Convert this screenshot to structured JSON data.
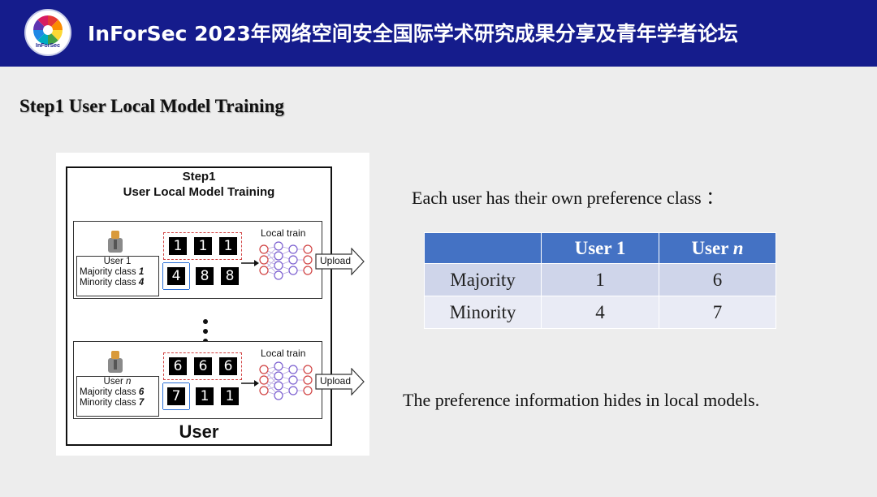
{
  "header": {
    "title": "InForSec 2023年网络空间安全国际学术研究成果分享及青年学者论坛",
    "logo_text": "InForSec"
  },
  "slide": {
    "step_title": "Step1 User Local Model Training"
  },
  "figure": {
    "title_line1": "Step1",
    "title_line2": "User Local Model Training",
    "panels": [
      {
        "user": "User 1",
        "majority_label": "Majority class",
        "majority_value": "1",
        "minority_label": "Minority class",
        "minority_value": "4",
        "digits_top": [
          "1",
          "1",
          "1"
        ],
        "digits_bottom": [
          "4",
          "8",
          "8"
        ]
      },
      {
        "user_prefix": "User",
        "user_suffix": "n",
        "majority_label": "Majority class",
        "majority_value": "6",
        "minority_label": "Minority class",
        "minority_value": "7",
        "digits_top": [
          "6",
          "6",
          "6"
        ],
        "digits_bottom": [
          "7",
          "1",
          "1"
        ]
      }
    ],
    "local_train": "Local train",
    "upload": "Upload",
    "bottom_label": "User"
  },
  "text": {
    "desc_1": "Each user has their own preference class ：",
    "desc_2": "The preference information hides in local models."
  },
  "table": {
    "header": [
      "",
      "User 1",
      "User",
      "n"
    ],
    "rows": [
      [
        "Majority",
        "1",
        "6"
      ],
      [
        "Minority",
        "4",
        "7"
      ]
    ]
  },
  "colors": {
    "header_bg": "#151c8c",
    "table_header": "#4472c4",
    "row_dark": "#cfd5ea",
    "row_light": "#e9ebf5"
  }
}
